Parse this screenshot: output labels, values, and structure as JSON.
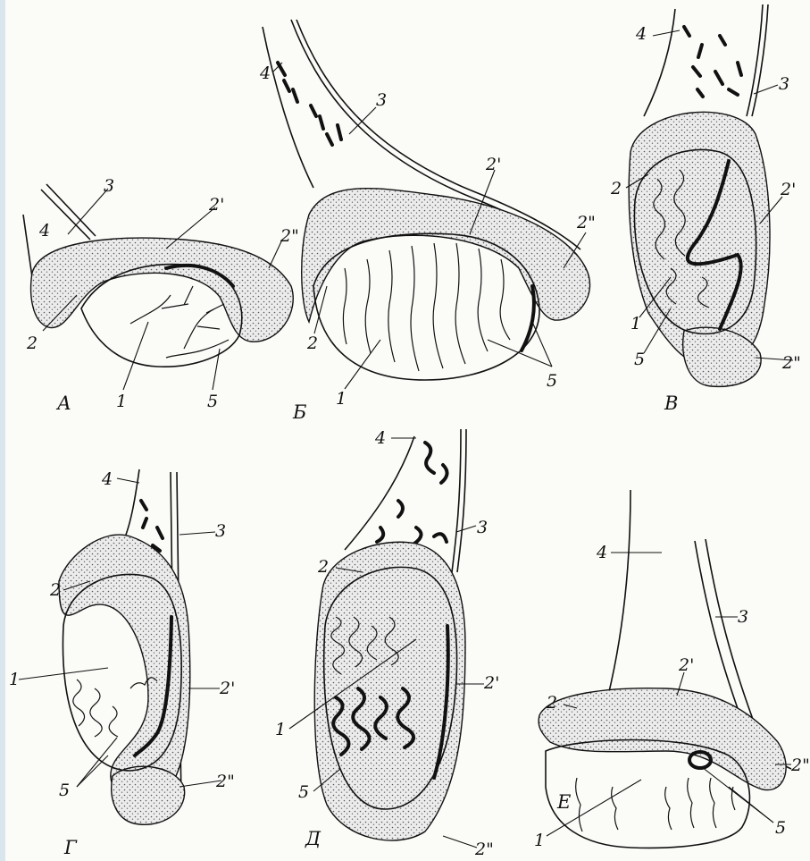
{
  "panels": [
    {
      "id": "A",
      "caption": "А"
    },
    {
      "id": "B",
      "caption": "Б"
    },
    {
      "id": "V",
      "caption": "В"
    },
    {
      "id": "G",
      "caption": "Г"
    },
    {
      "id": "D",
      "caption": "Д"
    },
    {
      "id": "E",
      "caption": "Е"
    }
  ],
  "labels": {
    "n1": "1",
    "n2": "2",
    "n2p": "2'",
    "n2pp": "2\"",
    "n3": "3",
    "n4": "4",
    "n5": "5"
  },
  "colors": {
    "ink": "#111111",
    "background": "#fbfbf8",
    "edge": "#d9e6ee"
  }
}
